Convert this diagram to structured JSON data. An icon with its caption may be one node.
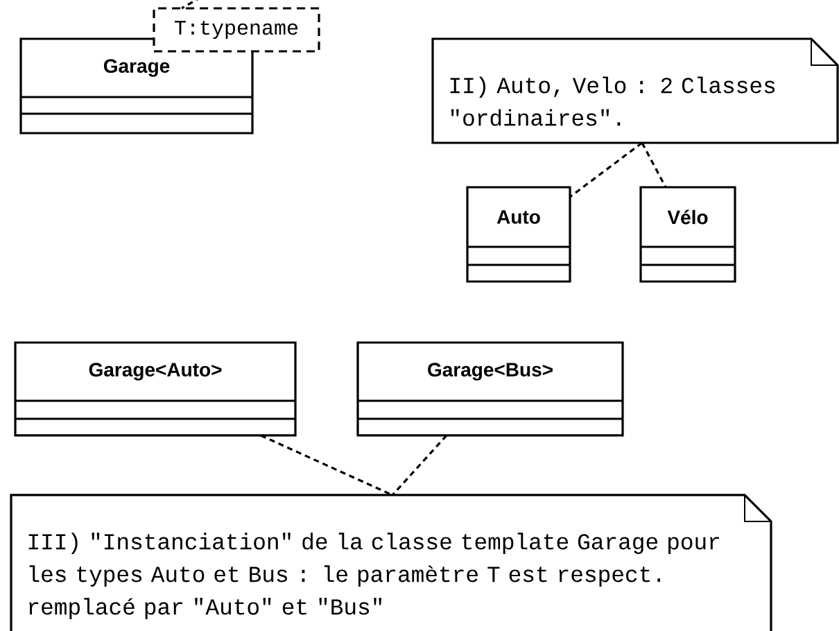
{
  "diagram": {
    "nodes": [
      {
        "text": [
          "Garage"
        ]
      },
      {
        "text": [
          "T:typename"
        ]
      },
      {
        "text": [
          "II) Auto, Velo : 2 Classes \"ordinaires\"."
        ]
      },
      {
        "text": [
          "Auto"
        ]
      },
      {
        "text": [
          "Vélo"
        ]
      },
      {
        "text": [
          "Garage<Auto>"
        ]
      },
      {
        "text": [
          "Garage<Bus>"
        ]
      },
      {
        "text": [
          "III) \"Instanciation\" de la classe template Garage pour les types Auto et Bus : le paramètre T est respect. remplacé par \"Auto\" et \"Bus\""
        ]
      }
    ],
    "edges": [
      {
        "from": null,
        "to": 1,
        "arrow": "none",
        "style": "dashed"
      },
      {
        "from": 2,
        "to": 3,
        "arrow": "none",
        "style": "dashed"
      },
      {
        "from": 2,
        "to": 4,
        "arrow": "none",
        "style": "dashed"
      },
      {
        "from": 5,
        "to": 7,
        "arrow": "none",
        "style": "dashed"
      },
      {
        "from": 6,
        "to": 7,
        "arrow": "none",
        "style": "dashed"
      }
    ]
  }
}
